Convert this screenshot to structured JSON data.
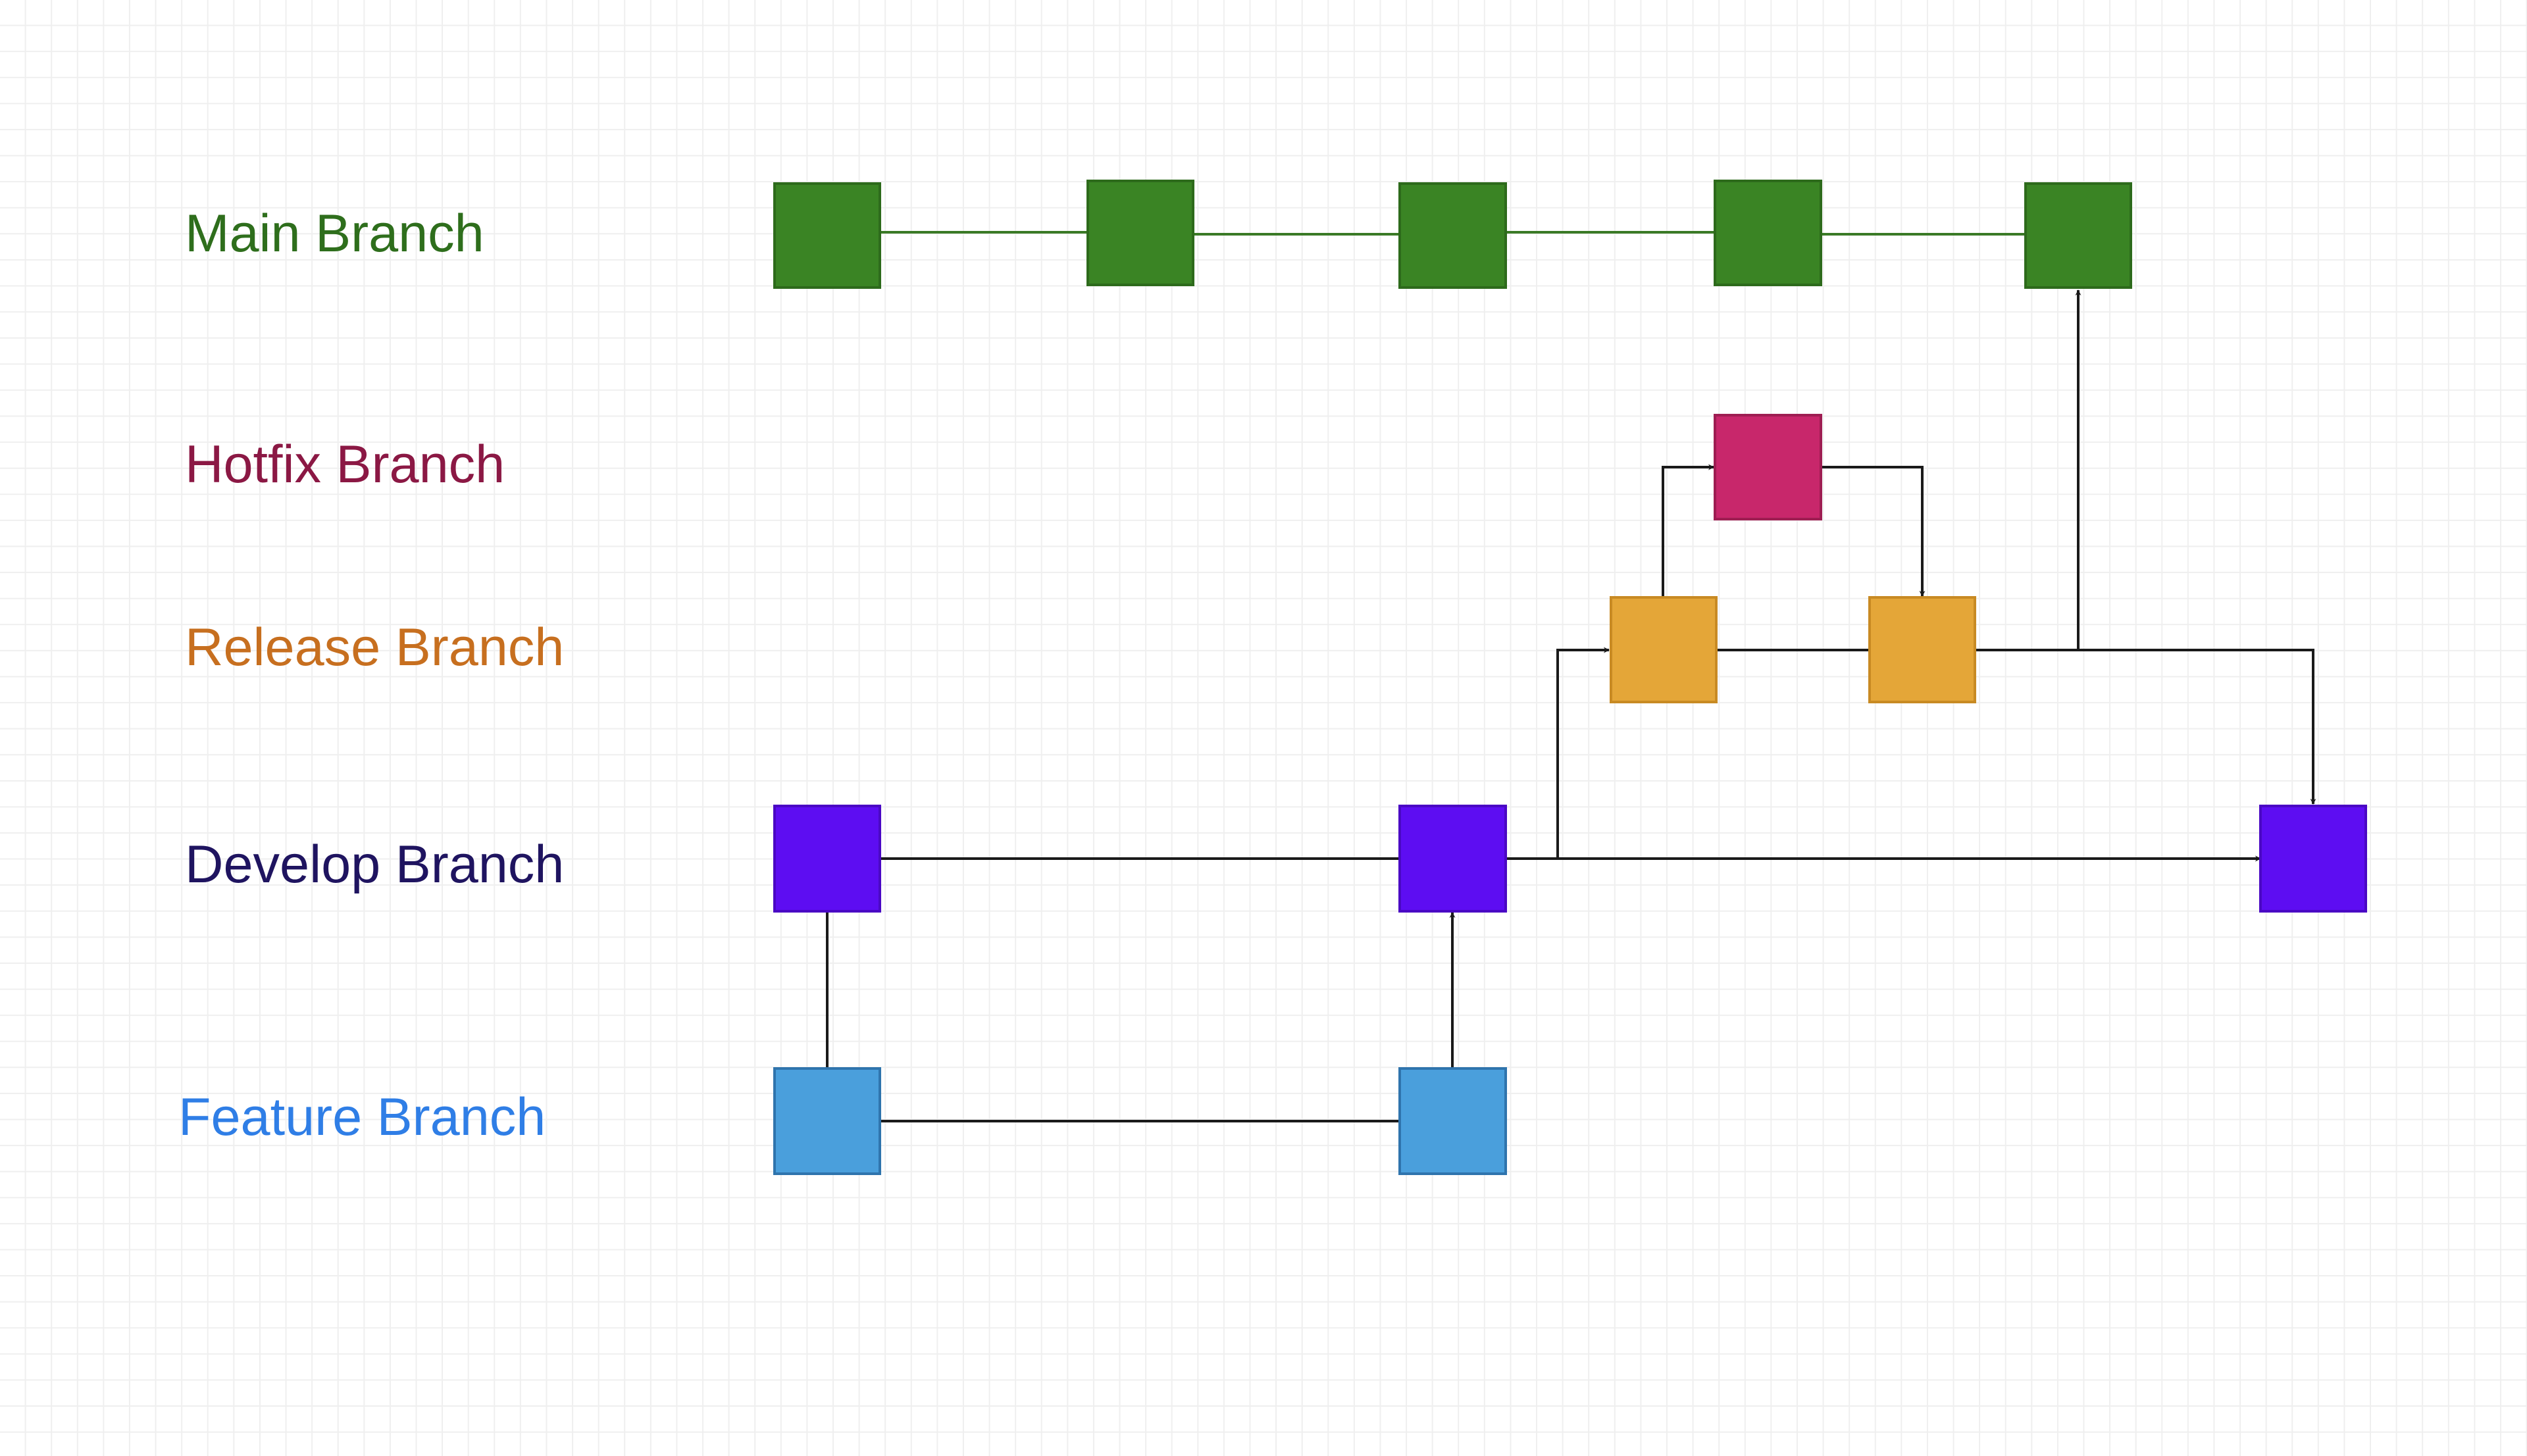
{
  "branches": {
    "main": {
      "label": "Main Branch",
      "text_color": "#2e6e1c",
      "fill": "#3a8424",
      "stroke": "#2d6a1b"
    },
    "hotfix": {
      "label": "Hotfix Branch",
      "text_color": "#8b1844",
      "fill": "#c8276b",
      "stroke": "#9e1d52"
    },
    "release": {
      "label": "Release Branch",
      "text_color": "#c76f1f",
      "fill": "#e4a638",
      "stroke": "#c88a23"
    },
    "develop": {
      "label": "Develop Branch",
      "text_color": "#1f1460",
      "fill": "#5d0df2",
      "stroke": "#4a08c4"
    },
    "feature": {
      "label": "Feature Branch",
      "text_color": "#2f7ee6",
      "fill": "#4a9fdc",
      "stroke": "#2f74ad"
    }
  },
  "connector_colors": {
    "main": "#3a7a26",
    "default": "#1a1a1a"
  }
}
